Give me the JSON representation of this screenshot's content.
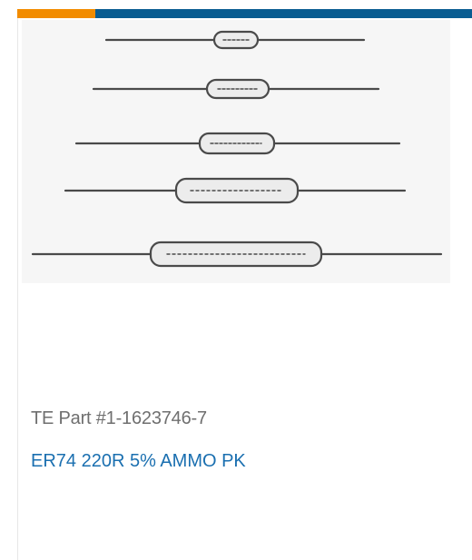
{
  "colors": {
    "accent_orange": "#f28c00",
    "accent_blue": "#0a5d92",
    "link_blue": "#1a6fb0",
    "part_text_gray": "#6f6f6f"
  },
  "product": {
    "image_icon": "resistor-series-drawing",
    "part_number_text": "TE Part #1-1623746-7",
    "name_link_text": "ER74 220R 5% AMMO PK"
  }
}
